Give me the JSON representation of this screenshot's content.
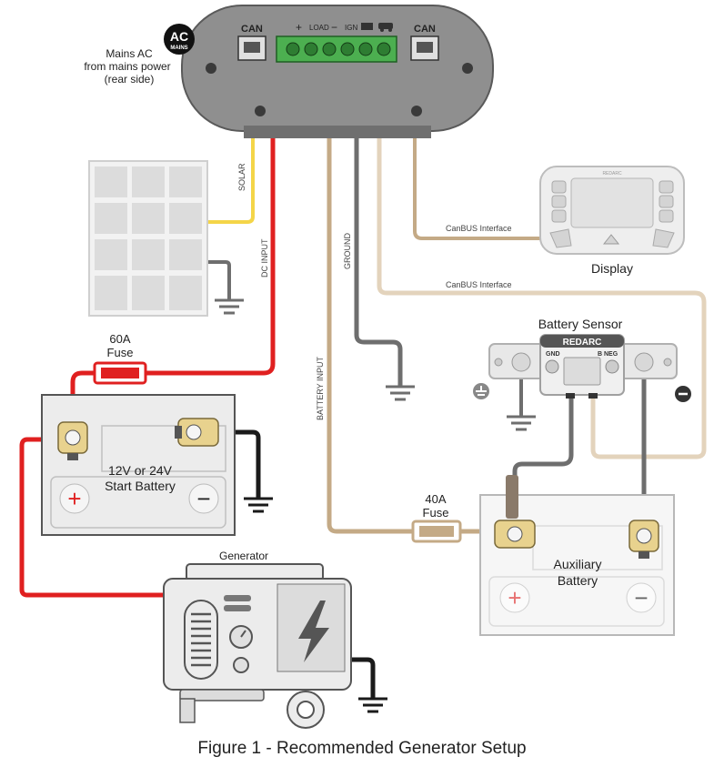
{
  "controller": {
    "can_left": "CAN",
    "can_right": "CAN",
    "terminal_labels": [
      "+",
      "LOAD",
      "−",
      "IGN"
    ],
    "ac_badge": "AC",
    "ac_badge_sub": "MAINS"
  },
  "mains_label": [
    "Mains AC",
    "from mains power",
    "(rear side)"
  ],
  "wire_labels": {
    "solar": "SOLAR",
    "dc_input": "DC INPUT",
    "ground": "GROUND",
    "battery_input": "BATTERY INPUT",
    "canbus_1": "CanBUS Interface",
    "canbus_2": "CanBUS Interface"
  },
  "display": {
    "label": "Display",
    "brand": "REDARC"
  },
  "battery_sensor": {
    "title": "Battery Sensor",
    "brand": "REDARC",
    "gnd": "GND",
    "bneg": "B NEG"
  },
  "fuse_60": {
    "amp": "60A",
    "word": "Fuse"
  },
  "fuse_40": {
    "amp": "40A",
    "word": "Fuse"
  },
  "start_battery": {
    "line1": "12V or 24V",
    "line2": "Start Battery",
    "plus": "+",
    "minus": "−"
  },
  "aux_battery": {
    "line1": "Auxiliary",
    "line2": "Battery",
    "plus": "+",
    "minus": "−"
  },
  "generator": {
    "label": "Generator"
  },
  "caption": "Figure 1 - Recommended Generator Setup",
  "colors": {
    "red_wire": "#e02020",
    "black_wire": "#1a1a1a",
    "grey_wire": "#6e6e6e",
    "tan_wire": "#c4aa86",
    "light_tan_wire": "#e3d3bc",
    "yellow_wire": "#f4d548",
    "controller_body": "#8f8f8f",
    "terminal_green": "#4caf50"
  }
}
